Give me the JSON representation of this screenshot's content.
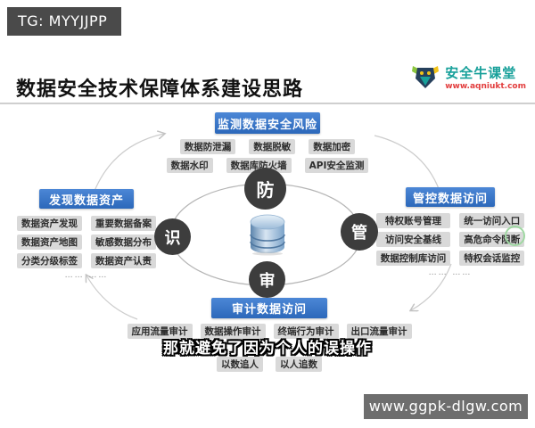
{
  "watermarks": {
    "top_left": "TG: MYYJJPP",
    "bottom_right": "www.ggpk-dlgw.com"
  },
  "title": "数据安全技术保障体系建设思路",
  "logo": {
    "name": "安全牛课堂",
    "url": "www.aqniukt.com"
  },
  "caption": "那就避免了因为个人的误操作",
  "diagram": {
    "center_icon": "database",
    "nodes": {
      "top": "防",
      "left": "识",
      "right": "管",
      "bottom": "审"
    },
    "groups": {
      "top": {
        "header": "监测数据安全风险",
        "items": [
          "数据防泄漏",
          "数据脱敏",
          "数据加密",
          "数据水印",
          "数据库防火墙",
          "API安全监测"
        ]
      },
      "left": {
        "header": "发现数据资产",
        "items": [
          "数据资产发现",
          "重要数据备案",
          "数据资产地图",
          "敏感数据分布",
          "分类分级标签",
          "数据资产认责"
        ],
        "more": "…… ……"
      },
      "right": {
        "header": "管控数据访问",
        "items": [
          "特权账号管理",
          "统一访问入口",
          "访问安全基线",
          "高危命令阻断",
          "数据控制库访问",
          "特权会话监控"
        ],
        "more": "…… ……"
      },
      "bottom": {
        "header": "审计数据访问",
        "items": [
          "应用流量审计",
          "数据操作审计",
          "终端行为审计",
          "出口流量审计",
          "以数追人",
          "以人追数"
        ]
      }
    }
  },
  "colors": {
    "header_blue": "#3272c4",
    "pill_gray": "#d9d9d9",
    "node_dark": "#3d3d3d",
    "logo_teal": "#17a09a",
    "logo_red": "#e23d3d",
    "highlight_green": "#9fd8a2"
  }
}
